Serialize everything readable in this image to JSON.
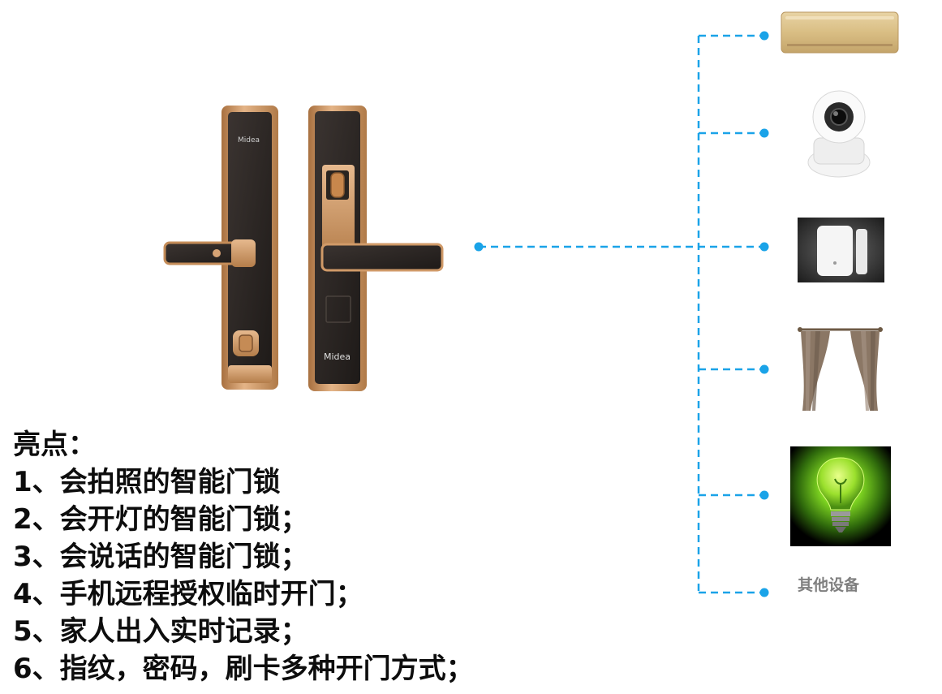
{
  "highlights": {
    "title": "亮点：",
    "items": [
      "1、会拍照的智能门锁",
      "2、会开灯的智能门锁；",
      "3、会说话的智能门锁；",
      "4、手机远程授权临时开门；",
      "5、家人出入实时记录；",
      "6、指纹，密码，刷卡多种开门方式；"
    ]
  },
  "devices": [
    {
      "name": "air-conditioner",
      "icon": "air-conditioner-icon"
    },
    {
      "name": "camera",
      "icon": "camera-icon"
    },
    {
      "name": "door-sensor",
      "icon": "door-sensor-icon"
    },
    {
      "name": "curtain",
      "icon": "curtain-icon"
    },
    {
      "name": "light-bulb",
      "icon": "light-bulb-icon"
    }
  ],
  "other_devices_label": "其他设备",
  "lock_brand_text": "Midea",
  "colors": {
    "connector": "#1aa3e8",
    "lock_gold": "#c9925d",
    "lock_panel": "#2b2623",
    "bulb_green": "#7dd321",
    "label_gray": "#7f7f7f"
  }
}
